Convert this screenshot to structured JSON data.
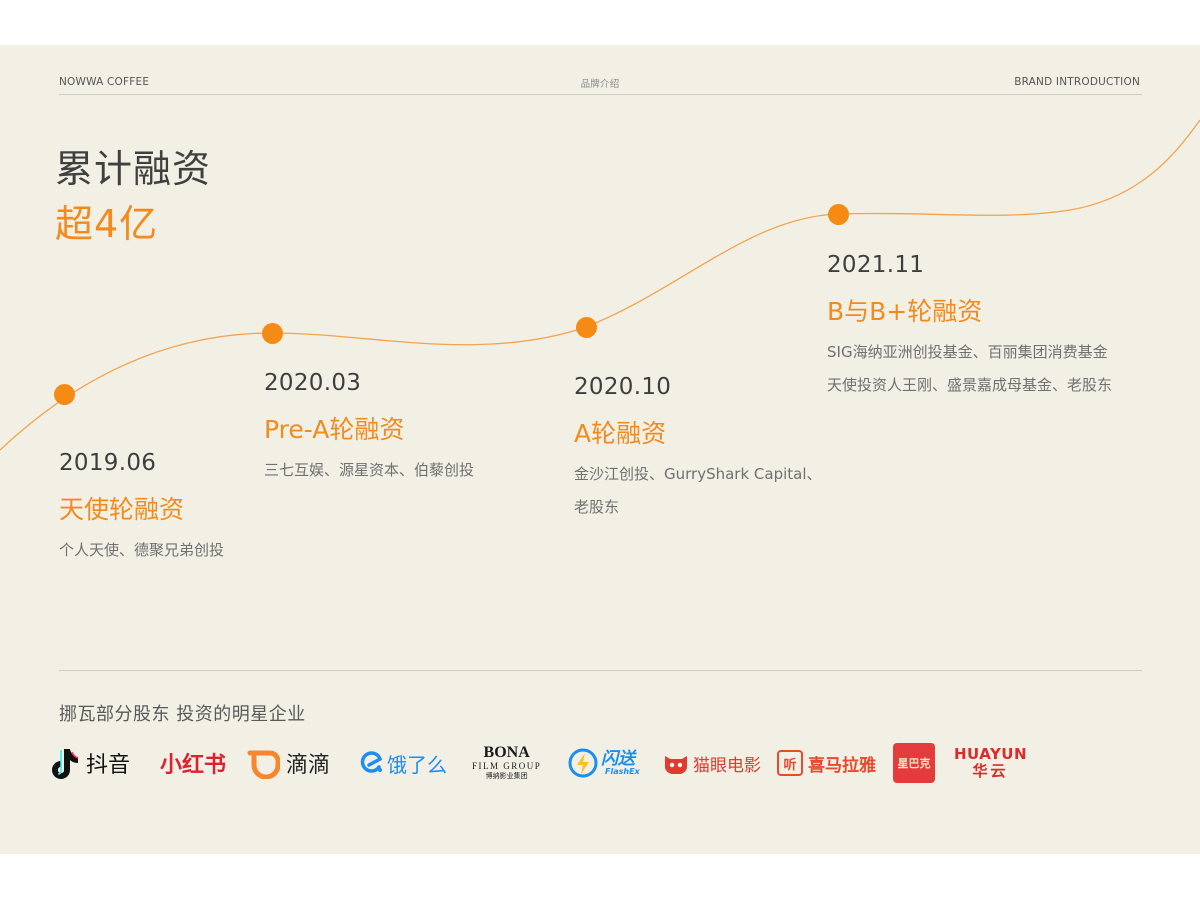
{
  "header": {
    "brand": "NOWWA COFFEE",
    "section_cn": "品牌介绍",
    "section_en": "BRAND INTRODUCTION"
  },
  "headline": {
    "line1": "累计融资",
    "line2": "超4亿"
  },
  "timeline": [
    {
      "date": "2019.06",
      "round": "天使轮融资",
      "investors": [
        "个人天使、德聚兄弟创投"
      ]
    },
    {
      "date": "2020.03",
      "round": "Pre-A轮融资",
      "investors": [
        "三七互娱、源星资本、伯藜创投"
      ]
    },
    {
      "date": "2020.10",
      "round": "A轮融资",
      "investors": [
        "金沙江创投、GurryShark Capital、",
        "老股东"
      ]
    },
    {
      "date": "2021.11",
      "round": "B与B+轮融资",
      "investors": [
        "SIG海纳亚洲创投基金、百丽集团消费基金",
        "天使投资人王刚、盛景嘉成母基金、老股东"
      ]
    }
  ],
  "shareholders": {
    "title": "挪瓦部分股东  投资的明星企业",
    "logos": [
      {
        "text": "抖音",
        "icon": "tiktok-note-icon"
      },
      {
        "text": "小红书"
      },
      {
        "text": "滴滴",
        "icon": "didi-d-icon"
      },
      {
        "text": "饿了么",
        "icon": "eleme-e-icon"
      },
      {
        "text": "BONA",
        "sub": "FILM GROUP",
        "sub2": "博纳影业集团"
      },
      {
        "text": "闪送",
        "sub": "FlashEx",
        "icon": "lightning-icon"
      },
      {
        "text": "猫眼电影",
        "icon": "maoyan-cat-icon"
      },
      {
        "text": "喜马拉雅",
        "icon": "ximalaya-ting-icon",
        "icon_text": "听"
      },
      {
        "text": "星巴克"
      },
      {
        "text": "HUAYUN",
        "sub": "华云"
      }
    ]
  },
  "colors": {
    "accent": "#f28a1e",
    "background": "#f2f0e5",
    "curve": "#f5a24e"
  }
}
